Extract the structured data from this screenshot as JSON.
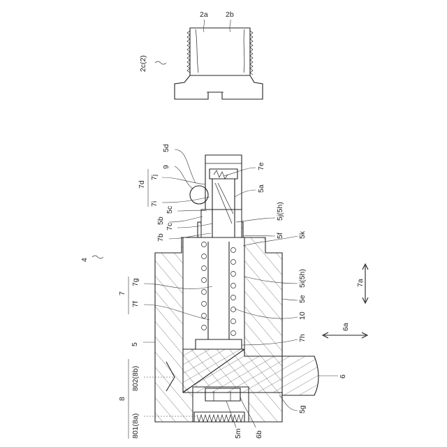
{
  "figure": {
    "labels": {
      "l2a": "2a",
      "l2b": "2b",
      "l2c": "2c(2)",
      "l5d": "5d",
      "l9": "9",
      "l7e": "7e",
      "l7d": "7d",
      "l7j": "7j",
      "l7i": "7i",
      "l5a": "5a",
      "l5j": "5j(5h)",
      "l5b": "5b",
      "l5c": "5c",
      "l7c": "7c",
      "l7b": "7b",
      "l5f": "5f",
      "l5k": "5k",
      "l4": "4",
      "l7": "7",
      "l7g": "7g",
      "l7f": "7f",
      "l5i": "5i(5h)",
      "l5e": "5e",
      "l10": "10",
      "l7a": "7a",
      "l6a": "6a",
      "l7h": "7h",
      "l5": "5",
      "l802": "802(8b)",
      "l6": "6",
      "l8": "8",
      "l801": "801(8a)",
      "l5g": "5g",
      "l5m": "5m",
      "l6b": "6b"
    }
  }
}
